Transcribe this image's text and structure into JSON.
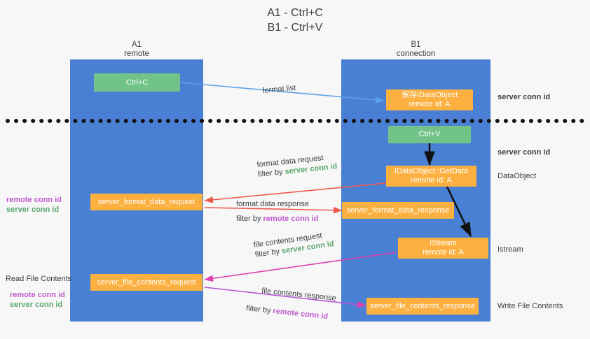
{
  "title": "A1 - Ctrl+C\nB1 - Ctrl+V",
  "colors": {
    "lane": "#4a80d4",
    "green_box": "#72c387",
    "orange_box": "#fbb040",
    "server_conn_id": "#5aa86f",
    "remote_conn_id": "#c05ad0",
    "arrow_blue": "#5aa0e6",
    "arrow_red": "#ef5a4c",
    "arrow_magenta": "#e040b0",
    "arrow_black": "#111111",
    "divider": "#111111",
    "background": "#f7f7f7"
  },
  "lanes": [
    {
      "id": "a1",
      "title": "A1\nremote"
    },
    {
      "id": "b1",
      "title": "B1\nconnection"
    }
  ],
  "boxes": {
    "ctrl_c": "Ctrl+C",
    "ctrl_v": "Ctrl+V",
    "save_idataobject": "保存IDataObject\nremote id: A",
    "idataobject_getdata": "IDataObject::GetData\nremote id: A",
    "istream": "IStream\nremote id: A",
    "server_format_data_request": "server_format_data_request",
    "server_format_data_response": "server_format_data_response",
    "server_file_contents_request": "server_file_contents_request",
    "server_file_contents_response": "server_file_contents_response"
  },
  "annotations": {
    "format_list": "format list",
    "format_data_request": "format data request",
    "format_data_response": "format data response",
    "file_contents_request": "file contents request",
    "file_contents_response": "file contents response",
    "filter_by": "filter by",
    "server_conn_id": "server conn id",
    "remote_conn_id": "remote conn id"
  },
  "right_labels": {
    "server_conn_id_top": "server conn id",
    "server_conn_id_mid": "server conn id",
    "dataobject": "DataObject",
    "istream": "Istream",
    "write_file_contents": "Write File Contents"
  },
  "left_labels": {
    "remote_conn_id_1": "remote conn id",
    "server_conn_id_1": "server conn id",
    "read_file_contents": "Read File Contents",
    "remote_conn_id_2": "remote conn id",
    "server_conn_id_2": "server conn id"
  }
}
